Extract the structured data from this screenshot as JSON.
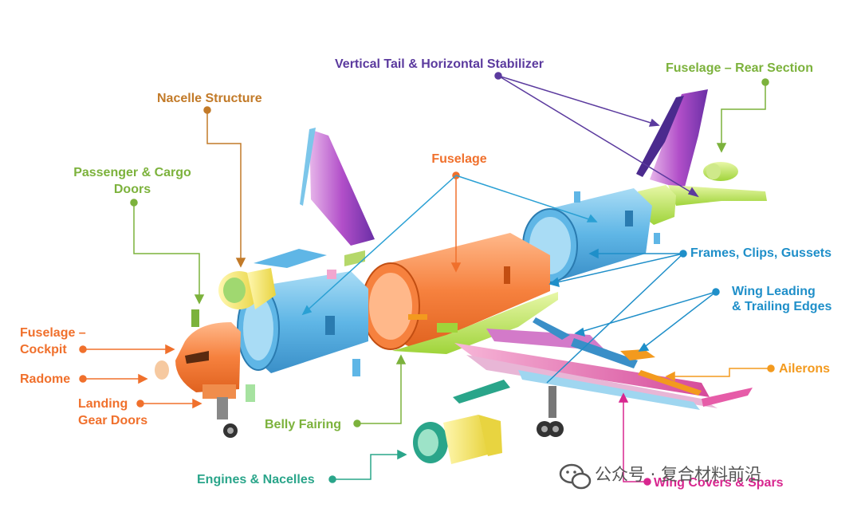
{
  "colors": {
    "purple": "#5b3a9e",
    "green": "#7cb23c",
    "blue": "#1f8fc9",
    "orange": "#f0702c",
    "brown": "#c27a28",
    "amber": "#f39a1e",
    "magenta": "#d8278f",
    "teal": "#2aa58a"
  },
  "labels": {
    "vertical_tail": "Vertical Tail & Horizontal Stabilizer",
    "fuselage_rear": "Fuselage – Rear Section",
    "nacelle_structure": "Nacelle Structure",
    "passenger_doors_1": "Passenger & Cargo",
    "passenger_doors_2": "Doors",
    "fuselage": "Fuselage",
    "frames": "Frames, Clips, Gussets",
    "wing_edges_1": "Wing Leading",
    "wing_edges_2": "& Trailing Edges",
    "ailerons": "Ailerons",
    "cockpit_1": "Fuselage –",
    "cockpit_2": "Cockpit",
    "radome": "Radome",
    "landing_gear_1": "Landing",
    "landing_gear_2": "Gear Doors",
    "belly_fairing": "Belly Fairing",
    "engines": "Engines & Nacelles",
    "wing_covers": "Wing Covers & Spars"
  },
  "watermark": "公众号 · 复合材料前沿"
}
